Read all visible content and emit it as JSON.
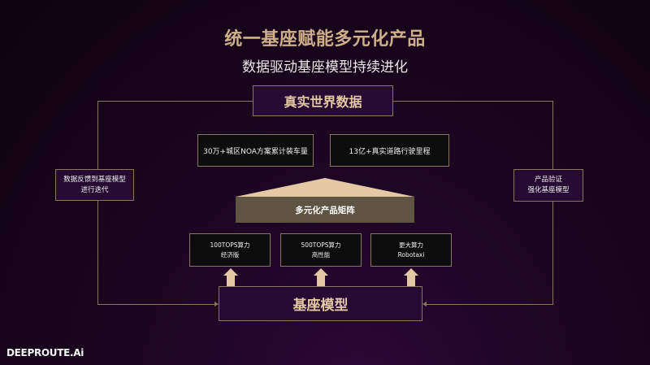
{
  "title": "统一基座赋能多元化产品",
  "subtitle": "数据驱动基座模型持续进化",
  "real_world_data": "真实世界数据",
  "stats": [
    "30万+城区NOA方案累计装车量",
    "13亿+真实道路行驶里程"
  ],
  "left_loop": {
    "line1": "数据反馈到基座模型",
    "line2": "进行迭代"
  },
  "right_loop": {
    "line1": "产品验证",
    "line2": "强化基座模型"
  },
  "product_matrix": "多元化产品矩阵",
  "products": [
    {
      "line1": "100TOPS算力",
      "line2": "经济版"
    },
    {
      "line1": "500TOPS算力",
      "line2": "高性能"
    },
    {
      "line1": "更大算力",
      "line2": "Robotaxi"
    }
  ],
  "foundation_model": "基座模型",
  "logo": "DEEPROUTE.Ai",
  "colors": {
    "accent": "#e3c9a3",
    "line": "#8a7560",
    "matrix": "#5f5342"
  }
}
